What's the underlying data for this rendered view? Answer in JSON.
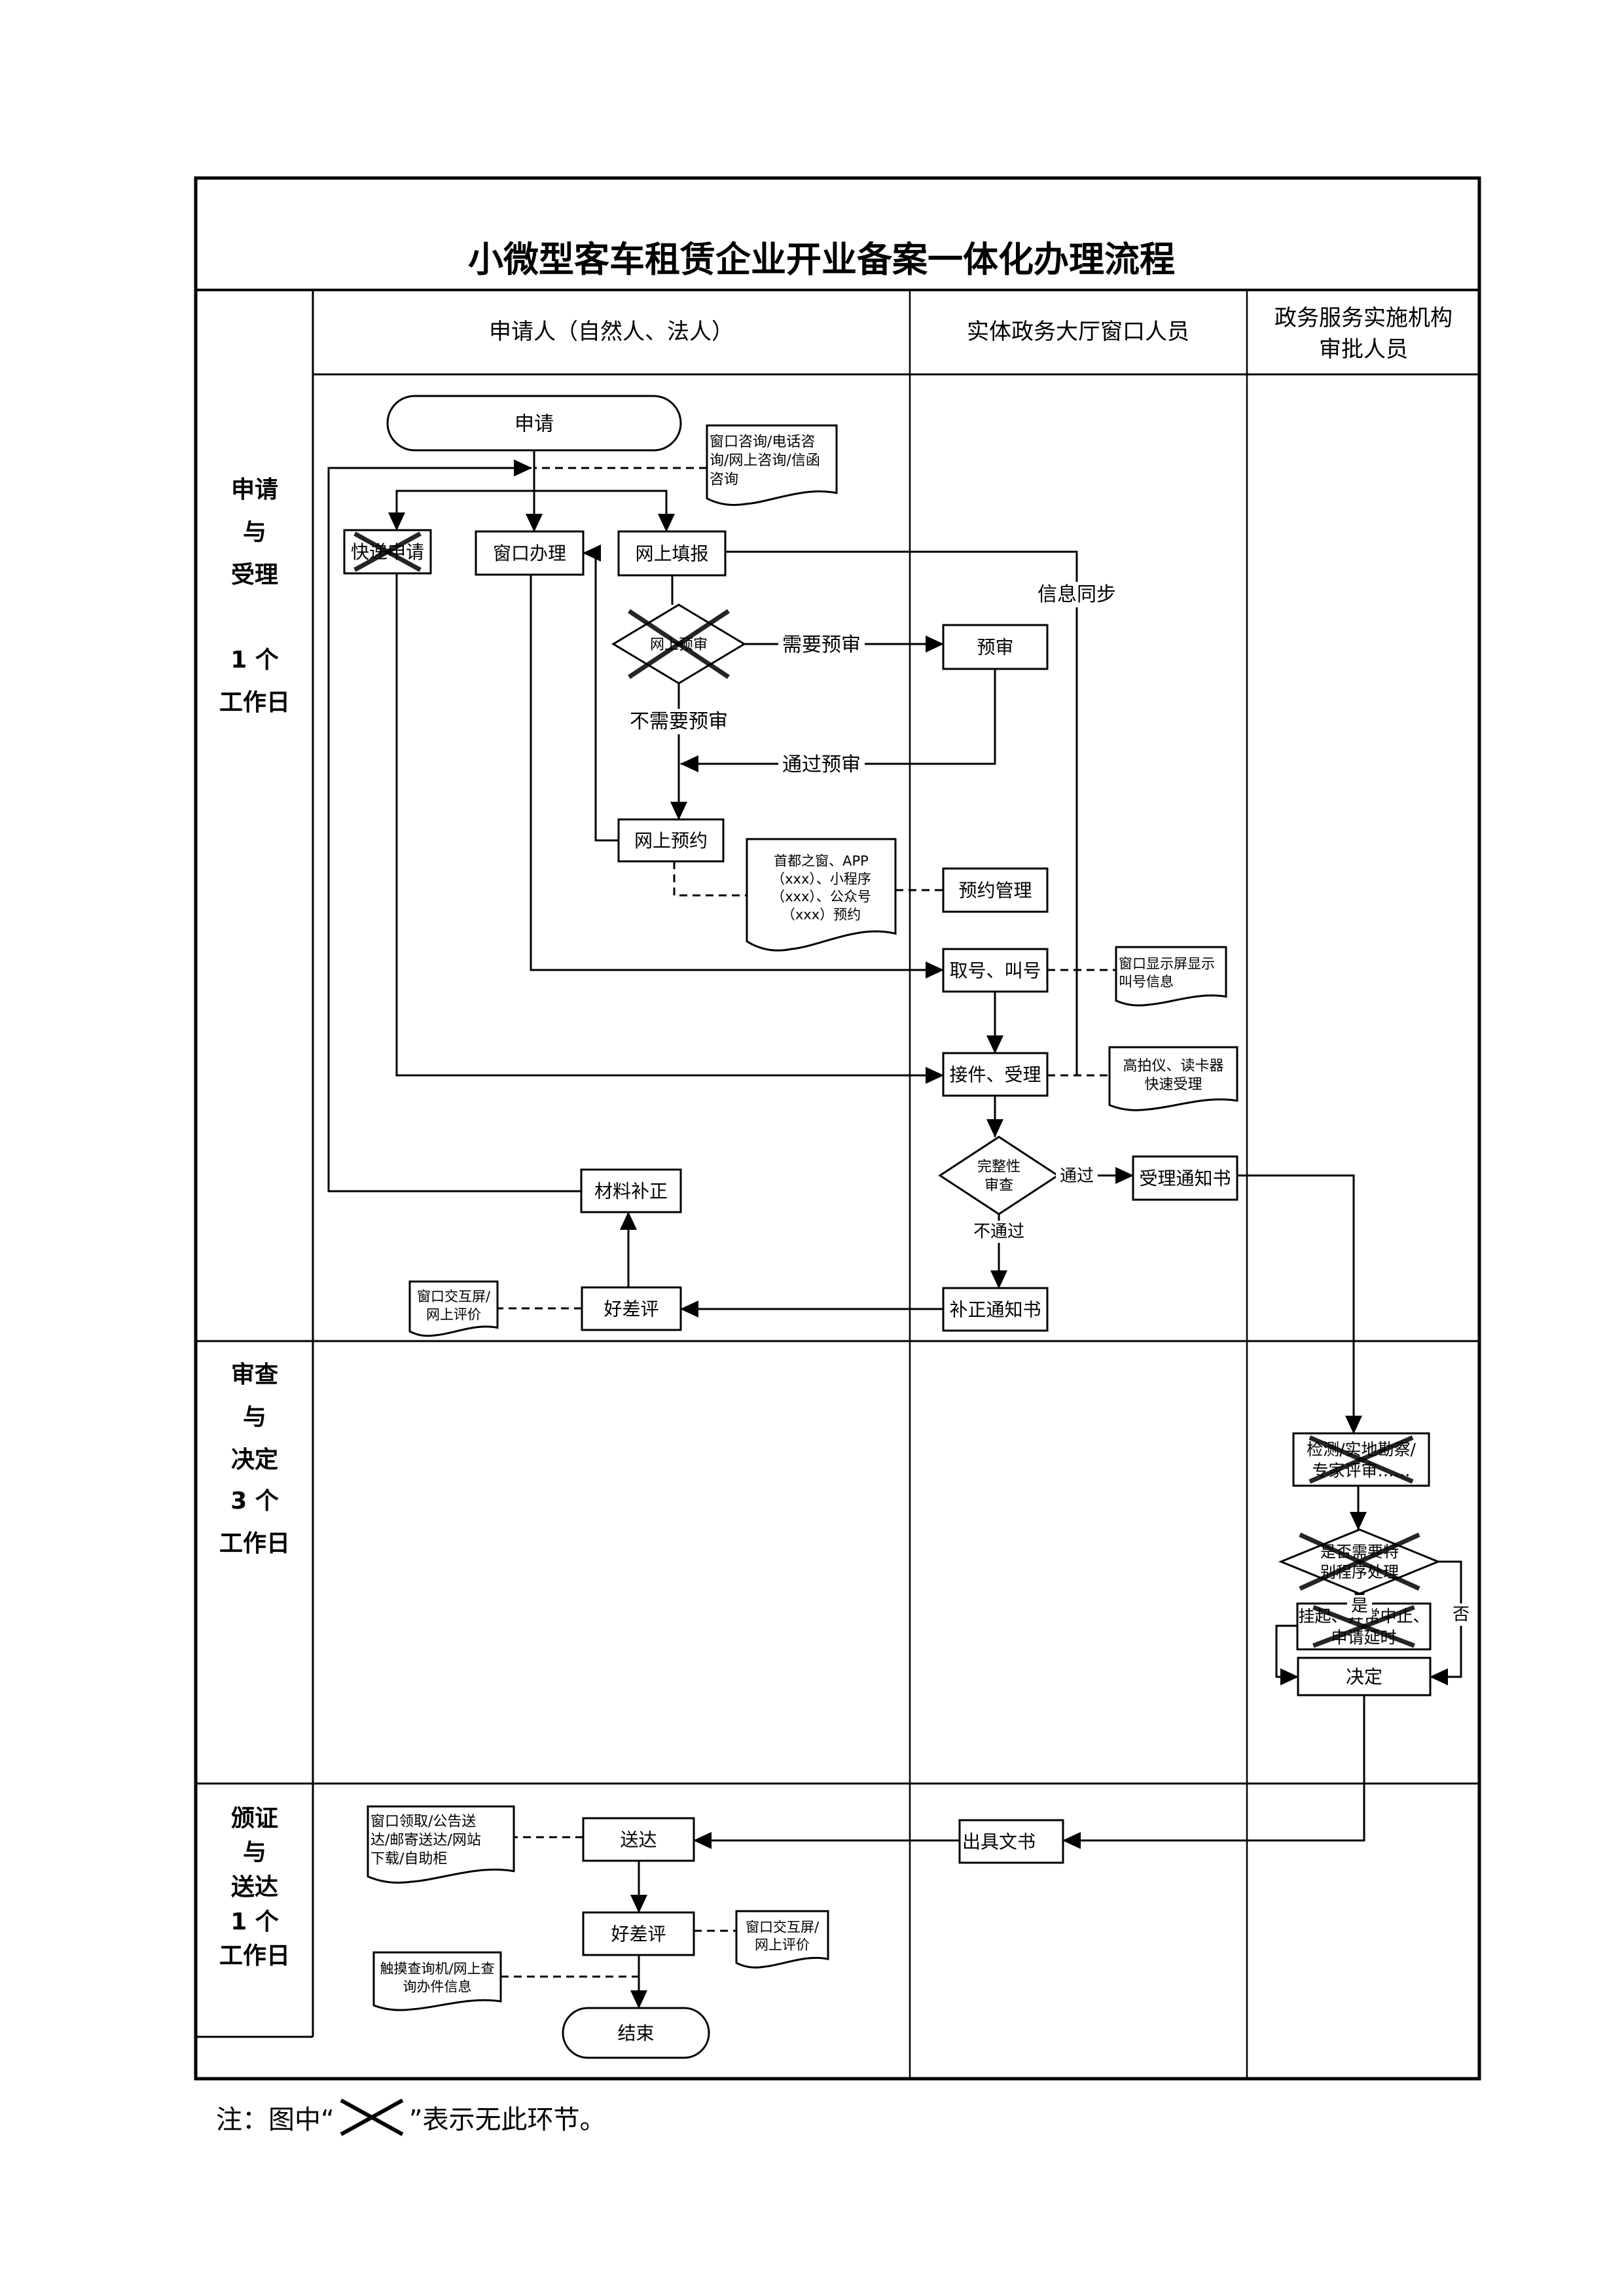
{
  "title": "小微型客车租赁企业开业备案一体化办理流程",
  "lanes": [
    {
      "id": "applicant",
      "label": [
        "申请人（自然人、法人）"
      ]
    },
    {
      "id": "window",
      "label": [
        "实体政务大厅窗口人员"
      ]
    },
    {
      "id": "approver",
      "label": [
        "政务服务实施机构",
        "审批人员"
      ]
    }
  ],
  "stages": [
    {
      "id": "s1",
      "lines": [
        "申请",
        "与",
        "受理",
        "",
        "1 个",
        "工作日"
      ]
    },
    {
      "id": "s2",
      "lines": [
        "审查",
        "与",
        "决定",
        "3 个",
        "工作日"
      ]
    },
    {
      "id": "s3",
      "lines": [
        "颁证",
        "与",
        "送达",
        "1 个",
        "工作日"
      ]
    }
  ],
  "nodes": {
    "start": {
      "type": "terminator",
      "lines": [
        "申请"
      ]
    },
    "consult_doc": {
      "type": "document",
      "lines": [
        "窗口咨询/电话咨",
        "询/网上咨询/信函",
        "咨询"
      ],
      "align": "left"
    },
    "express": {
      "type": "process",
      "lines": [
        "快递申请"
      ],
      "crossed": true
    },
    "window_apply": {
      "type": "process",
      "lines": [
        "窗口办理"
      ]
    },
    "online_fill": {
      "type": "process",
      "lines": [
        "网上填报"
      ]
    },
    "online_precheck": {
      "type": "decision",
      "lines": [
        "网上预审"
      ],
      "crossed": true
    },
    "precheck": {
      "type": "process",
      "lines": [
        "预审"
      ]
    },
    "online_booking": {
      "type": "process",
      "lines": [
        "网上预约"
      ]
    },
    "booking_doc": {
      "type": "document",
      "lines": [
        "首都之窗、APP",
        "（xxx）、小程序",
        "（xxx）、公众号",
        "（xxx）预约"
      ]
    },
    "booking_mgmt": {
      "type": "process",
      "lines": [
        "预约管理"
      ]
    },
    "queue": {
      "type": "process",
      "lines": [
        "取号、叫号"
      ]
    },
    "queue_doc": {
      "type": "document",
      "lines": [
        "窗口显示屏显示",
        "叫号信息"
      ],
      "align": "left"
    },
    "accept": {
      "type": "process",
      "lines": [
        "接件、受理"
      ]
    },
    "accept_doc": {
      "type": "document",
      "lines": [
        "高拍仪、读卡器",
        "快速受理"
      ]
    },
    "completeness": {
      "type": "decision",
      "lines": [
        "完整性",
        "审查"
      ]
    },
    "accept_notice": {
      "type": "process",
      "lines": [
        "受理通知书"
      ]
    },
    "correction_notice": {
      "type": "process",
      "lines": [
        "补正通知书"
      ]
    },
    "material_fix": {
      "type": "process",
      "lines": [
        "材料补正"
      ]
    },
    "rating1": {
      "type": "process",
      "lines": [
        "好差评"
      ]
    },
    "rating1_doc": {
      "type": "document",
      "lines": [
        "窗口交互屏/",
        "网上评价"
      ]
    },
    "inspection": {
      "type": "process",
      "lines": [
        "检测/实地勘察/",
        "专家评审……"
      ],
      "crossed": true
    },
    "special": {
      "type": "decision",
      "lines": [
        "是否需要特",
        "别程序处理"
      ],
      "crossed": true
    },
    "suspend": {
      "type": "process",
      "lines": [
        "挂起、异常中止、",
        "申请延时"
      ],
      "crossed": true
    },
    "decision": {
      "type": "process",
      "lines": [
        "决定"
      ]
    },
    "issue_doc": {
      "type": "process",
      "lines": [
        "出具文书"
      ],
      "align": "left"
    },
    "deliver": {
      "type": "process",
      "lines": [
        "送达"
      ]
    },
    "deliver_doc": {
      "type": "document",
      "lines": [
        "窗口领取/公告送",
        "达/邮寄送达/网站",
        "下载/自助柜"
      ],
      "align": "left"
    },
    "rating2": {
      "type": "process",
      "lines": [
        "好差评"
      ]
    },
    "rating2_doc": {
      "type": "document",
      "lines": [
        "窗口交互屏/",
        "网上评价"
      ]
    },
    "query_doc": {
      "type": "document",
      "lines": [
        "触摸查询机/网上查",
        "询办件信息"
      ]
    },
    "end": {
      "type": "terminator",
      "lines": [
        "结束"
      ]
    }
  },
  "edge_labels": {
    "need_precheck": "需要预审",
    "no_precheck": "不需要预审",
    "pass_precheck": "通过预审",
    "info_sync": "信息同步",
    "pass": "通过",
    "fail": "不通过",
    "yes": "是",
    "no": "否"
  },
  "note": {
    "prefix": "注：图中“",
    "suffix": "”表示无此环节。",
    "icon": "cross-mark-icon"
  }
}
